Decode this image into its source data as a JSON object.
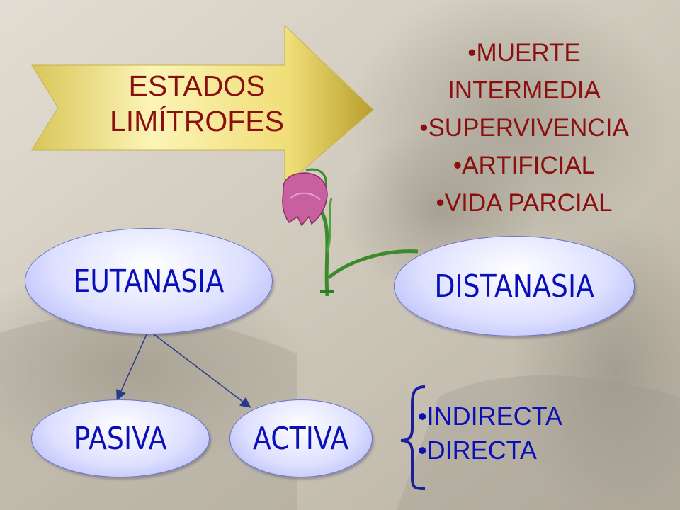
{
  "arrow": {
    "line1": "ESTADOS",
    "line2": "LIMÍTROFES"
  },
  "states_list": [
    "MUERTE",
    "INTERMEDIA",
    "SUPERVIVENCIA",
    "ARTIFICIAL",
    "VIDA PARCIAL"
  ],
  "nodes": {
    "eutanasia": "EUTANASIA",
    "distanasia": "DISTANASIA",
    "pasiva": "PASIVA",
    "activa": "ACTIVA"
  },
  "activa_types": [
    "INDIRECTA",
    "DIRECTA"
  ],
  "colors": {
    "title_red": "#8b0f0f",
    "node_blue": "#0a0fb8",
    "arrow_gold": "#f2e27a",
    "connector": "#2a3a8a"
  }
}
